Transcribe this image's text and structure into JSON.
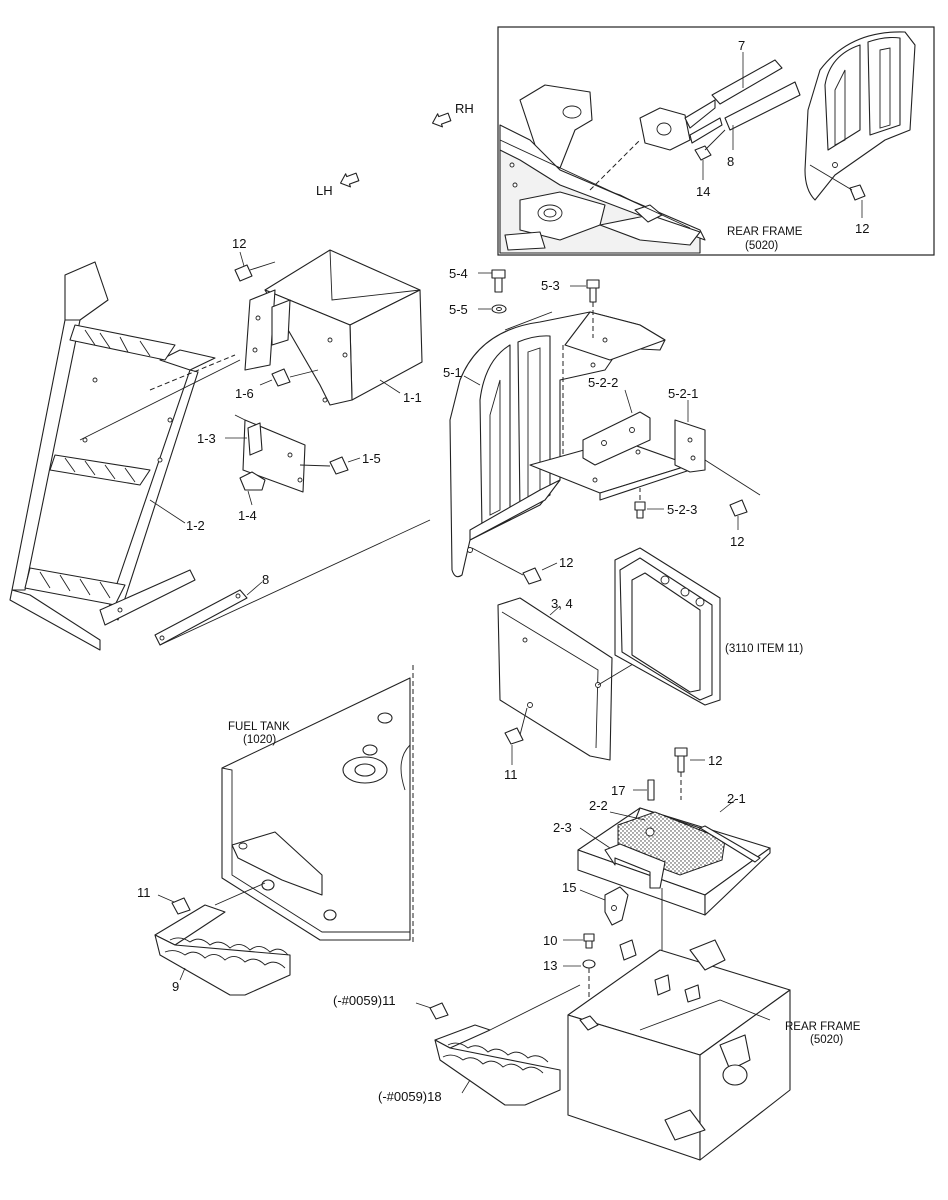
{
  "labels": {
    "p7": "7",
    "p8_inset": "8",
    "p14": "14",
    "p12_inset": "12",
    "rear_frame_top_name": "REAR FRAME",
    "rear_frame_top_code": "(5020)",
    "rh": "RH",
    "lh": "LH",
    "p12_a": "12",
    "p5_4": "5-4",
    "p5_3": "5-3",
    "p5_5": "5-5",
    "p5_1": "5-1",
    "p5_2_2": "5-2-2",
    "p5_2_1": "5-2-1",
    "p5_2_3": "5-2-3",
    "p12_b": "12",
    "p12_c": "12",
    "p1_6": "1-6",
    "p1_1": "1-1",
    "p1_3": "1-3",
    "p1_5": "1-5",
    "p1_4": "1-4",
    "p1_2": "1-2",
    "p8": "8",
    "p3_4": "3, 4",
    "ref_3110": "(3110 ITEM 11)",
    "fuel_tank_name": "FUEL TANK",
    "fuel_tank_code": "(1020)",
    "p11_a": "11",
    "p12_d": "12",
    "p17": "17",
    "p2_1": "2-1",
    "p2_2": "2-2",
    "p2_3": "2-3",
    "p15": "15",
    "p11_b": "11",
    "p9": "9",
    "p10": "10",
    "p13": "13",
    "p11_c": "(-#0059)11",
    "p18": "(-#0059)18",
    "rear_frame_bot_name": "REAR FRAME",
    "rear_frame_bot_code": "(5020)"
  }
}
